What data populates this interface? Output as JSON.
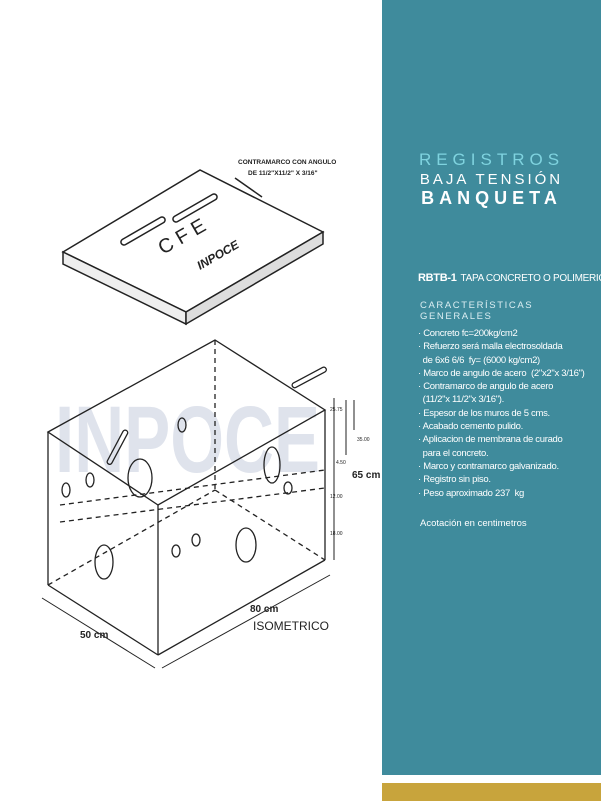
{
  "header": {
    "line1": "REGISTROS",
    "line2": "BAJA TENSIÓN",
    "line3": "BANQUETA"
  },
  "product": {
    "code": "RBTB-1",
    "description": "TAPA CONCRETO O POLIMERICA"
  },
  "section_title": "CARACTERÍSTICAS GENERALES",
  "features": [
    "· Concreto fc=200kg/cm2",
    "· Refuerzo será malla electrosoldada",
    "  de 6x6 6/6  fy= (6000 kg/cm2)",
    "· Marco de angulo de acero  (2\"x2\"x 3/16\")",
    "· Contramarco de angulo de acero",
    "  (11/2\"x 11/2\"x 3/16\").",
    "· Espesor de los muros de 5 cms.",
    "· Acabado cemento pulido.",
    "· Aplicacion de membrana de curado",
    "  para el concreto.",
    "· Marco y contramarco galvanizado.",
    "· Registro sin piso.",
    "· Peso aproximado 237  kg"
  ],
  "note": "Acotación en centimetros",
  "drawing": {
    "lid_note_1": "CONTRAMARCO CON ANGULO",
    "lid_note_2": "DE 11/2\"X11/2\" X 3/16\"",
    "lid_brand": "C F E",
    "lid_maker": "INPOCE",
    "watermark": "INPOCE",
    "dim_width": "80 cm",
    "dim_depth": "50 cm",
    "dim_height": "65 cm",
    "dim_a": "25.75",
    "dim_b": "35.00",
    "dim_c": "4.50",
    "dim_d": "12.00",
    "dim_e": "18.00",
    "view_label": "ISOMETRICO"
  },
  "colors": {
    "panel": "#3f8b9c",
    "accent": "#7fd3df",
    "gold": "#c8a43c"
  }
}
